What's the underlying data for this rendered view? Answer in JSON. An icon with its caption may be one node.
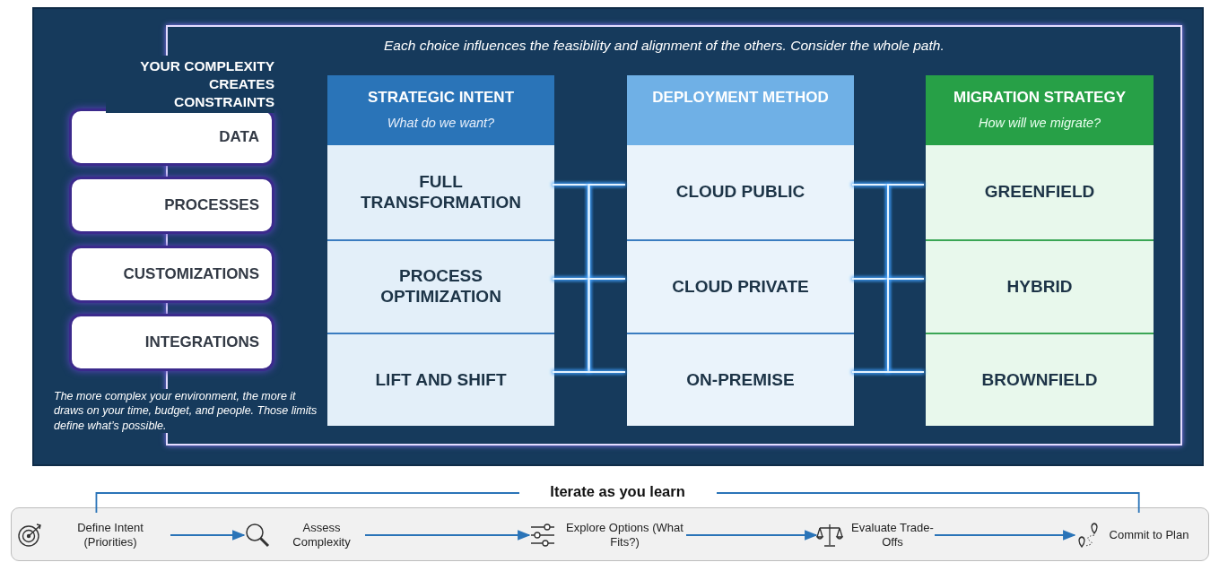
{
  "diagram": {
    "nodes": [
      {
        "text": [
          "Each choice influences the feasibility and alignment of the others. Consider the whole path."
        ]
      },
      {
        "text": [
          "DATA"
        ]
      },
      {
        "text": [
          "PROCESSES"
        ]
      },
      {
        "text": [
          "CUSTOMIZATIONS"
        ]
      },
      {
        "text": [
          "INTEGRATIONS"
        ]
      },
      {
        "text": [
          "STRATEGIC INTENT",
          "What do we want?"
        ],
        "in": 0
      },
      {
        "text": [
          "FULL TRANSFORMATION"
        ],
        "in": 5
      },
      {
        "text": [
          "PROCESS OPTIMIZATION"
        ],
        "in": 5
      },
      {
        "text": [
          "LIFT AND SHIFT"
        ],
        "in": 5
      },
      {
        "text": [
          "DEPLOYMENT METHOD"
        ],
        "in": 0
      },
      {
        "text": [
          "CLOUD PUBLIC"
        ],
        "in": 9
      },
      {
        "text": [
          "CLOUD PRIVATE"
        ],
        "in": 9
      },
      {
        "text": [
          "ON-PREMISE"
        ],
        "in": 9
      },
      {
        "text": [
          "MIGRATION STRATEGY",
          "How will we migrate?"
        ],
        "in": 0
      },
      {
        "text": [
          "GREENFIELD"
        ],
        "in": 13
      },
      {
        "text": [
          "HYBRID"
        ],
        "in": 13
      },
      {
        "text": [
          "BROWNFIELD"
        ],
        "in": 13
      },
      {
        "text": [
          "Define Intent (Priorities)"
        ]
      },
      {
        "text": [
          "Assess Complexity"
        ]
      },
      {
        "text": [
          "Explore Options (What Fits?)"
        ]
      },
      {
        "text": [
          "Evaluate Trade-Offs"
        ]
      },
      {
        "text": [
          "Commit to Plan"
        ]
      }
    ],
    "edges": [
      {
        "from": 6,
        "to": 10,
        "arrow": "none"
      },
      {
        "from": 6,
        "to": 11,
        "arrow": "none"
      },
      {
        "from": 6,
        "to": 12,
        "arrow": "none"
      },
      {
        "from": 7,
        "to": 10,
        "arrow": "none"
      },
      {
        "from": 7,
        "to": 11,
        "arrow": "none"
      },
      {
        "from": 7,
        "to": 12,
        "arrow": "none"
      },
      {
        "from": 8,
        "to": 10,
        "arrow": "none"
      },
      {
        "from": 8,
        "to": 11,
        "arrow": "none"
      },
      {
        "from": 8,
        "to": 12,
        "arrow": "none"
      },
      {
        "from": 10,
        "to": 14,
        "arrow": "none"
      },
      {
        "from": 10,
        "to": 15,
        "arrow": "none"
      },
      {
        "from": 10,
        "to": 16,
        "arrow": "none"
      },
      {
        "from": 11,
        "to": 14,
        "arrow": "none"
      },
      {
        "from": 11,
        "to": 15,
        "arrow": "none"
      },
      {
        "from": 11,
        "to": 16,
        "arrow": "none"
      },
      {
        "from": 12,
        "to": 14,
        "arrow": "none"
      },
      {
        "from": 12,
        "to": 15,
        "arrow": "none"
      },
      {
        "from": 12,
        "to": 16,
        "arrow": "none"
      },
      {
        "from": 17,
        "to": 18,
        "arrow": "to",
        "color": "#2a74b8"
      },
      {
        "from": 18,
        "to": 19,
        "arrow": "to",
        "color": "#2a74b8"
      },
      {
        "from": 19,
        "to": 20,
        "arrow": "to",
        "color": "#2a74b8"
      },
      {
        "from": 20,
        "to": 21,
        "arrow": "to",
        "color": "#2a74b8"
      },
      {
        "from": 17,
        "to": 21,
        "arrow": "none",
        "label": "Iterate as you learn",
        "color": "#2a74b8"
      }
    ],
    "labels": [
      "YOUR COMPLEXITY CREATES CONSTRAINTS",
      "The more complex your environment, the more it draws on your time, budget, and people. Those limits define what’s possible."
    ]
  }
}
